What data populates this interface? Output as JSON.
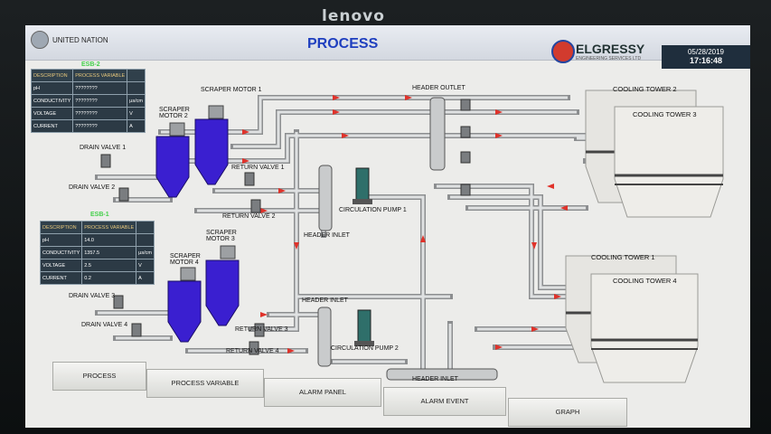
{
  "monitor_brand": "lenovo",
  "header": {
    "org": "UNITED NATION",
    "title": "PROCESS",
    "logo": "ELGRESSY",
    "logo_sub": "ENGINEERING SERVICES LTD",
    "date": "05/28/2019",
    "time": "17:16:48"
  },
  "panel1": {
    "title": "ESB-2",
    "col_desc": "DESCRIPTION",
    "col_pv": "PROCESS VARIABLE",
    "rows": [
      {
        "desc": "pH",
        "value": "????????",
        "unit": ""
      },
      {
        "desc": "CONDUCTIVITY",
        "value": "????????",
        "unit": "µs/cm"
      },
      {
        "desc": "VOLTAGE",
        "value": "????????",
        "unit": "V"
      },
      {
        "desc": "CURRENT",
        "value": "????????",
        "unit": "A"
      }
    ]
  },
  "panel2": {
    "title": "ESB-1",
    "col_desc": "DESCRIPTION",
    "col_pv": "PROCESS VARIABLE",
    "rows": [
      {
        "desc": "pH",
        "value": "14.0",
        "unit": ""
      },
      {
        "desc": "CONDUCTIVITY",
        "value": "1357.5",
        "unit": "µs/cm"
      },
      {
        "desc": "VOLTAGE",
        "value": "2.5",
        "unit": "V"
      },
      {
        "desc": "CURRENT",
        "value": "0.2",
        "unit": "A"
      }
    ]
  },
  "labels": {
    "scraper_motor_1": "SCRAPER MOTOR 1",
    "scraper_motor_2": "SCRAPER MOTOR 2",
    "scraper_motor_3": "SCRAPER MOTOR 3",
    "scraper_motor_4": "SCRAPER MOTOR 4",
    "drain_valve_1": "DRAIN VALVE 1",
    "drain_valve_2": "DRAIN VALVE 2",
    "drain_valve_3": "DRAIN VALVE 3",
    "drain_valve_4": "DRAIN VALVE 4",
    "return_valve_1": "RETURN VALVE 1",
    "return_valve_2": "RETURN VALVE 2",
    "return_valve_3": "RETURN VALVE 3",
    "return_valve_4": "RETURN VALVE 4",
    "header_outlet": "HEADER OUTLET",
    "header_inlet_top": "HEADER INLET",
    "header_inlet_mid": "HEADER INLET",
    "header_inlet_bottom": "HEADER INLET",
    "circulation_pump_1": "CIRCULATION PUMP 1",
    "circulation_pump_2": "CIRCULATION PUMP 2",
    "cooling_tower_1": "COOLING TOWER 1",
    "cooling_tower_2": "COOLING TOWER 2",
    "cooling_tower_3": "COOLING TOWER 3",
    "cooling_tower_4": "COOLING TOWER 4"
  },
  "nav": {
    "process": "PROCESS",
    "process_variable": "PROCESS VARIABLE",
    "alarm_panel": "ALARM PANEL",
    "alarm_event": "ALARM EVENT",
    "graph": "GRAPH"
  },
  "colors": {
    "title": "#1f3fbf",
    "motor": "#3a1fd0",
    "pipe": "#c9cbcc",
    "flow_arrow": "#e0322a",
    "panel": "#2c3a45"
  }
}
